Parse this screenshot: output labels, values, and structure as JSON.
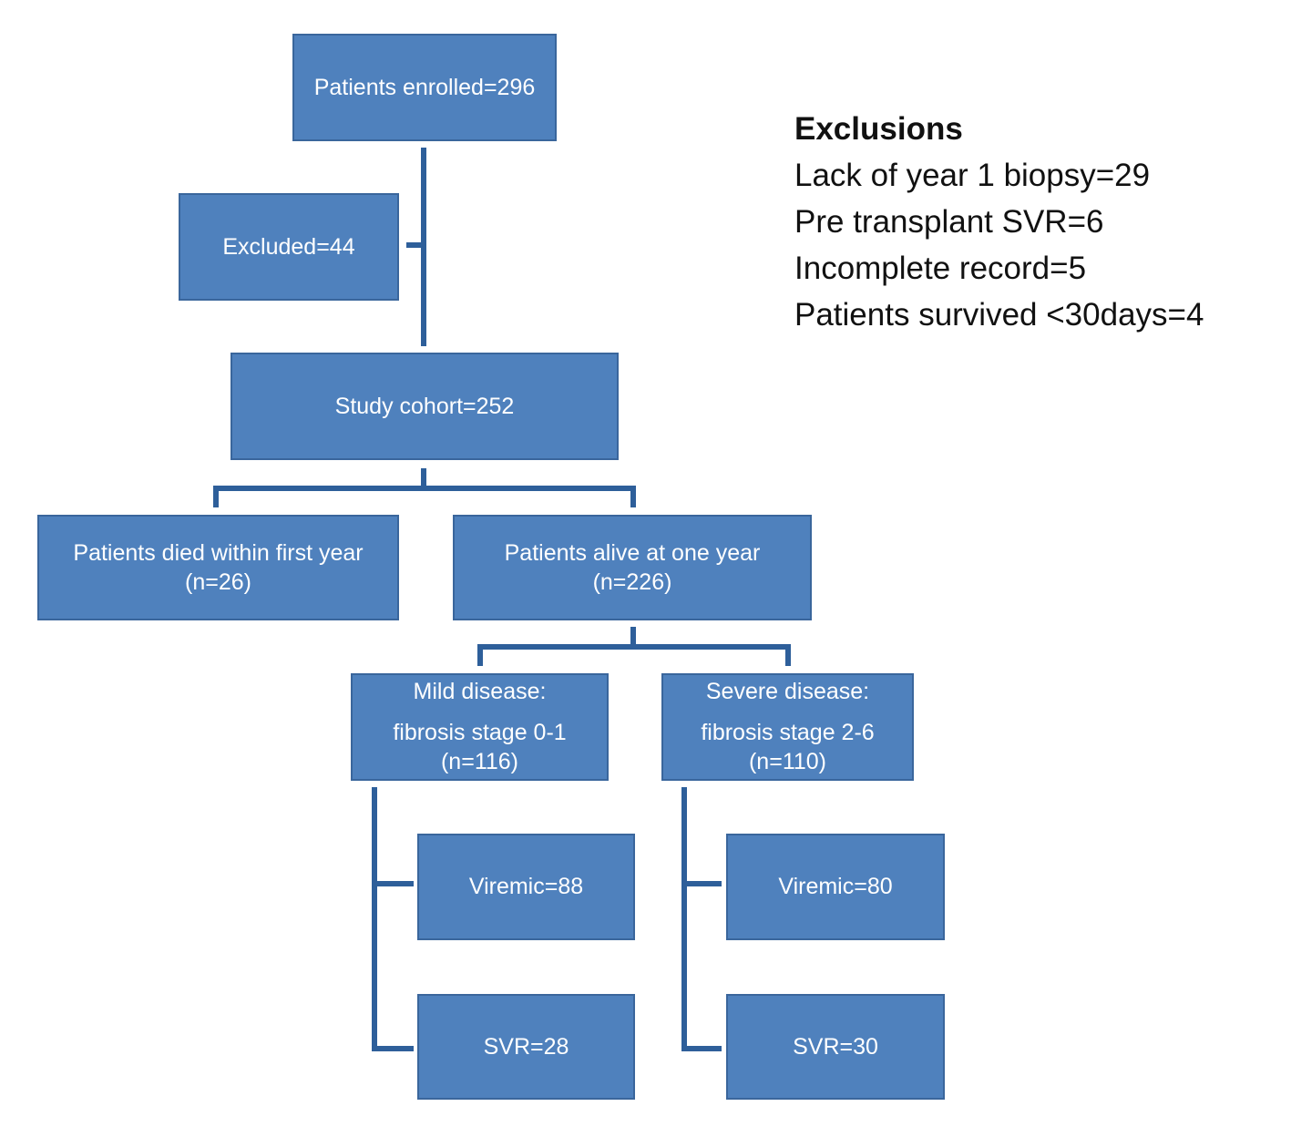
{
  "boxes": {
    "enrolled": "Patients enrolled=296",
    "excluded": "Excluded=44",
    "cohort": "Study cohort=252",
    "died": {
      "line1": "Patients died  within first year",
      "line2": "(n=26)"
    },
    "alive": {
      "line1": "Patients alive at one year",
      "line2": "(n=226)"
    },
    "mild": {
      "line1": "Mild disease:",
      "line2": "fibrosis stage 0-1",
      "line3": "(n=116)"
    },
    "severe": {
      "line1": "Severe  disease:",
      "line2": "fibrosis stage 2-6",
      "line3": "(n=110)"
    },
    "mild_viremic": "Viremic=88",
    "mild_svr": "SVR=28",
    "severe_viremic": "Viremic=80",
    "severe_svr": "SVR=30"
  },
  "exclusions": {
    "heading": "Exclusions",
    "items": [
      "Lack of year 1 biopsy=29",
      "Pre transplant SVR=6",
      "Incomplete record=5",
      "Patients survived <30days=4"
    ]
  },
  "colors": {
    "box_fill": "#4f81bd",
    "box_border": "#3a669c",
    "connector": "#2e5f9a",
    "box_text": "#ffffff"
  }
}
